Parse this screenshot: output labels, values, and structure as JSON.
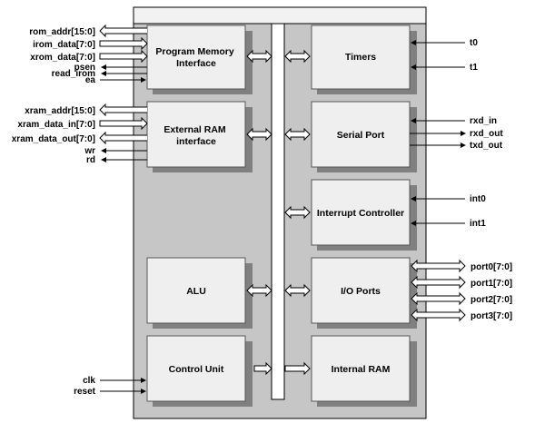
{
  "blocks": {
    "program_memory": [
      "Program Memory",
      "Interface"
    ],
    "external_ram": [
      "External RAM",
      "interface"
    ],
    "alu": [
      "ALU"
    ],
    "control_unit": [
      "Control Unit"
    ],
    "timers": [
      "Timers"
    ],
    "serial_port": [
      "Serial Port"
    ],
    "interrupt_controller": [
      "Interrupt Controller"
    ],
    "io_ports": [
      "I/O Ports"
    ],
    "internal_ram": [
      "Internal RAM"
    ]
  },
  "signals": {
    "rom_addr": "rom_addr[15:0]",
    "irom_data": "irom_data[7:0]",
    "xrom_data": "xrom_data[7:0]",
    "psen": "psen",
    "read_irom": "read_irom",
    "ea": "ea",
    "xram_addr": "xram_addr[15:0]",
    "xram_data_in": "xram_data_in[7:0]",
    "xram_data_out": "xram_data_out[7:0]",
    "wr": "wr",
    "rd": "rd",
    "clk": "clk",
    "reset": "reset",
    "t0": "t0",
    "t1": "t1",
    "rxd_in": "rxd_in",
    "rxd_out": "rxd_out",
    "txd_out": "txd_out",
    "int0": "int0",
    "int1": "int1",
    "port0": "port0[7:0]",
    "port1": "port1[7:0]",
    "port2": "port2[7:0]",
    "port3": "port3[7:0]"
  }
}
